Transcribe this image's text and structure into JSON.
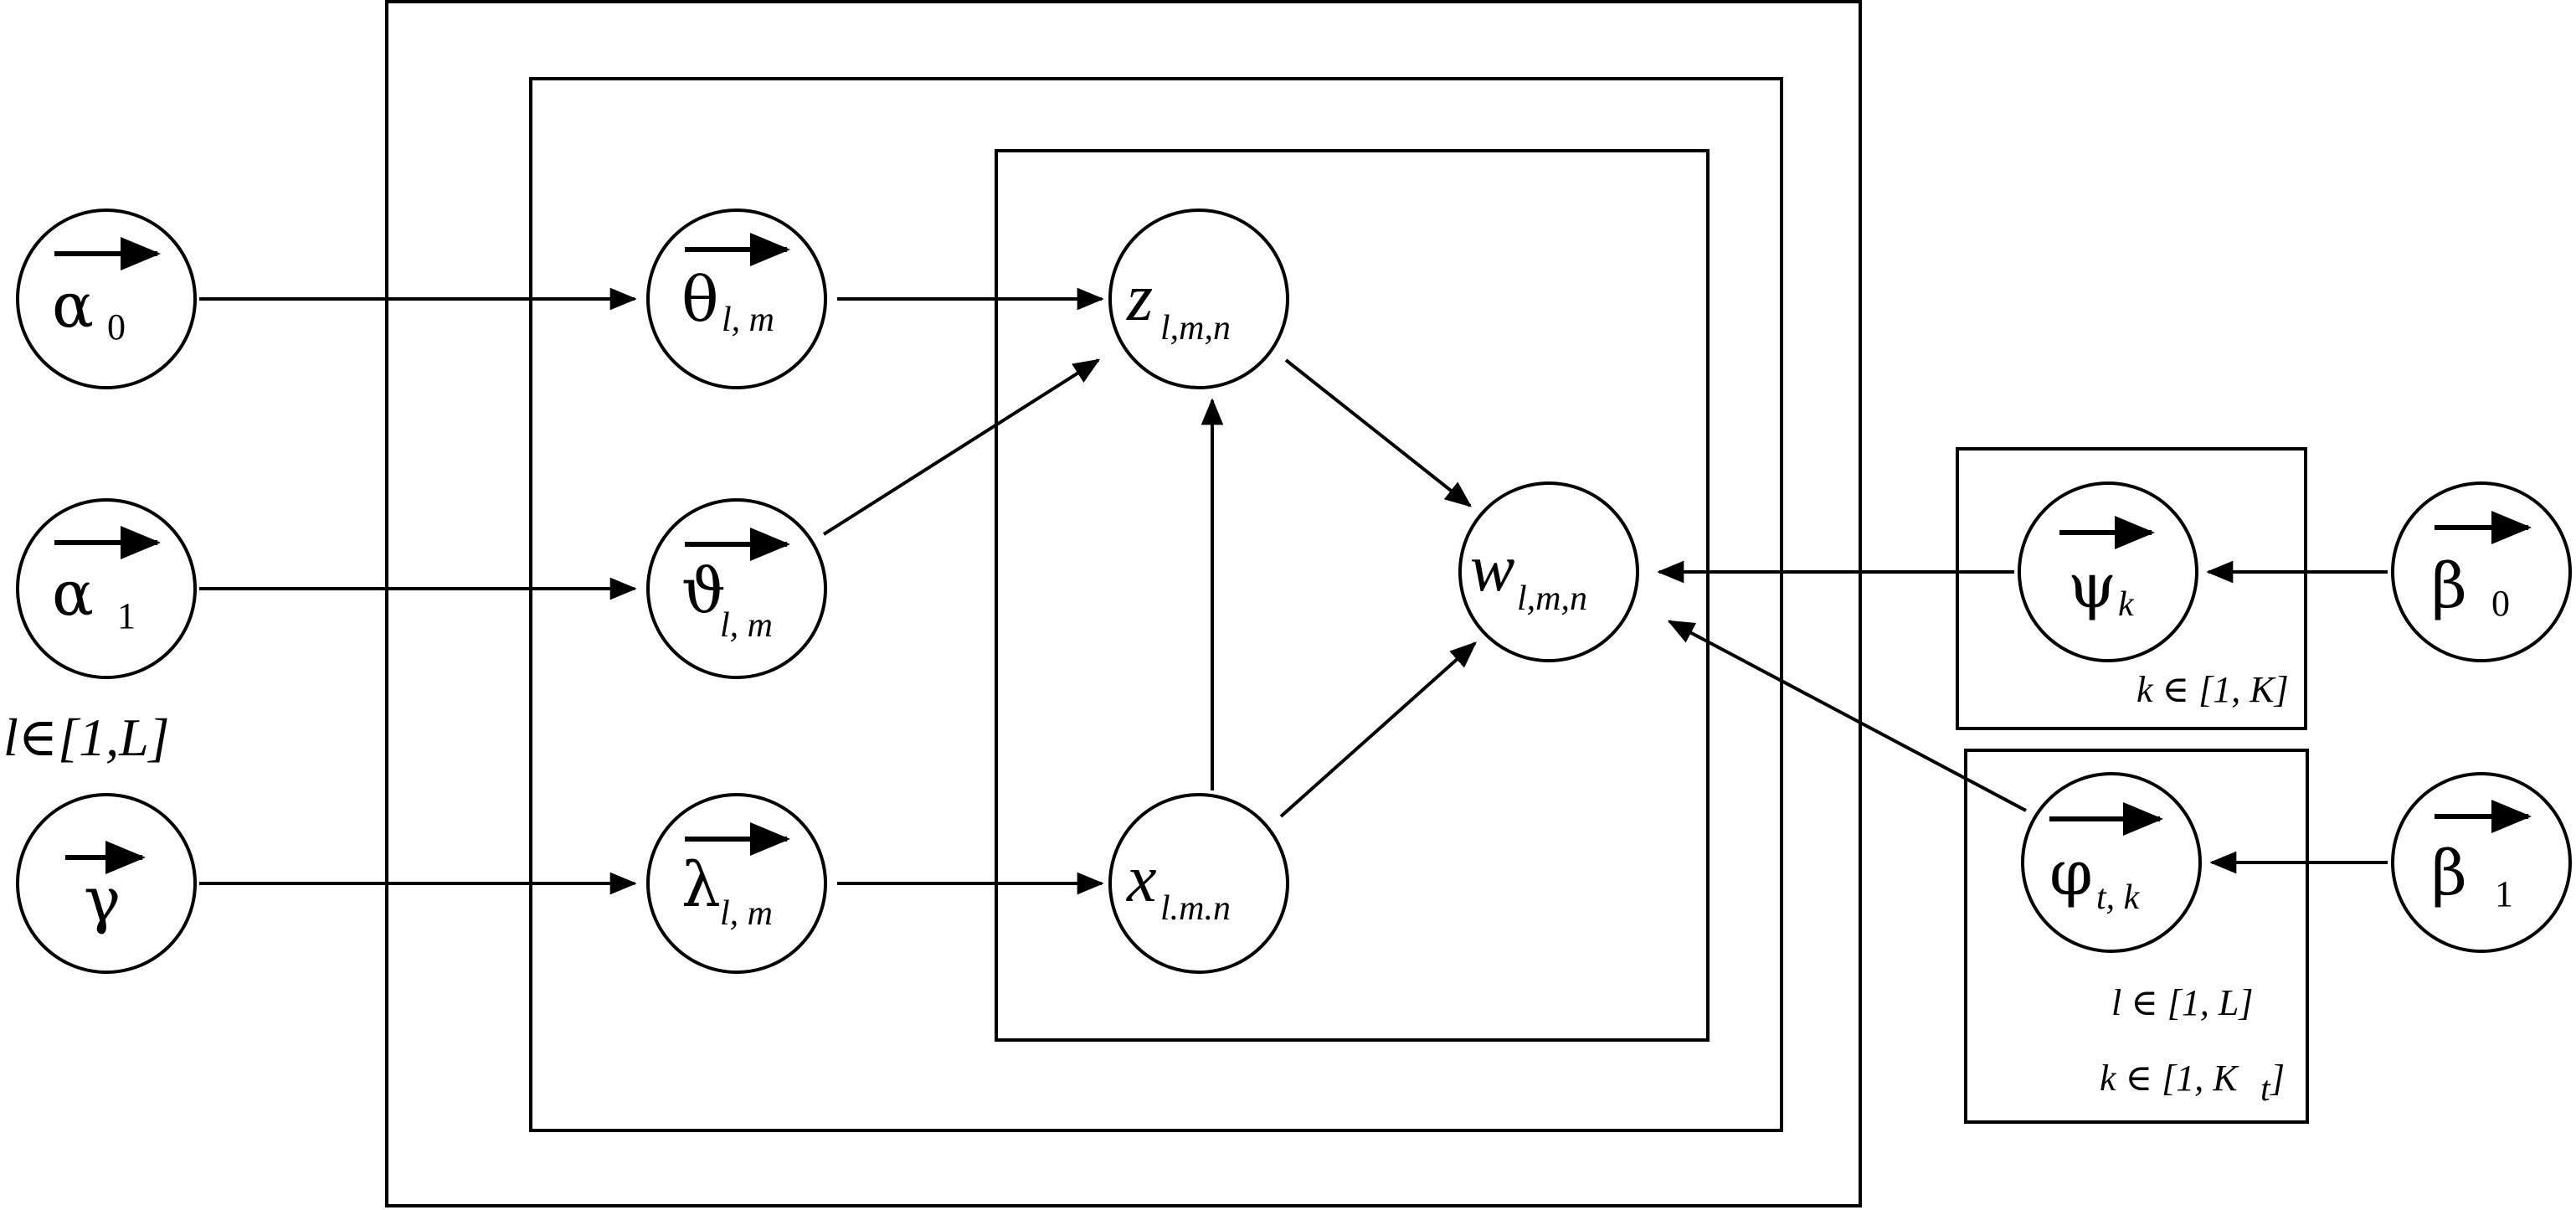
{
  "nodes": {
    "alpha0": {
      "symbol": "α",
      "sub": "0"
    },
    "alpha1": {
      "symbol": "α",
      "sub": "1"
    },
    "gamma": {
      "symbol": "γ"
    },
    "theta": {
      "symbol": "θ",
      "sub": "l, m"
    },
    "vartheta": {
      "symbol": "ϑ",
      "sub": "l, m"
    },
    "lambda": {
      "symbol": "λ",
      "sub": "l, m"
    },
    "z": {
      "symbol": "z",
      "sub": "l,m,n"
    },
    "x": {
      "symbol": "x",
      "sub": "l.m.n"
    },
    "w": {
      "symbol": "w",
      "sub": "l,m,n"
    },
    "psi": {
      "symbol": "ψ",
      "sub": "k"
    },
    "phi": {
      "symbol": "φ",
      "sub": "t, k"
    },
    "beta0": {
      "symbol": "β",
      "sub": "0"
    },
    "beta1": {
      "symbol": "β",
      "sub": "1"
    }
  },
  "plate_labels": {
    "outer_left": "l∈[1,L]",
    "psi_plate": "k ∈ [1, K]",
    "phi_plate_l": "l ∈ [1, L]",
    "phi_plate_k": "k ∈ [1, K",
    "phi_plate_k_sub": "t",
    "phi_plate_k_close": "]"
  }
}
